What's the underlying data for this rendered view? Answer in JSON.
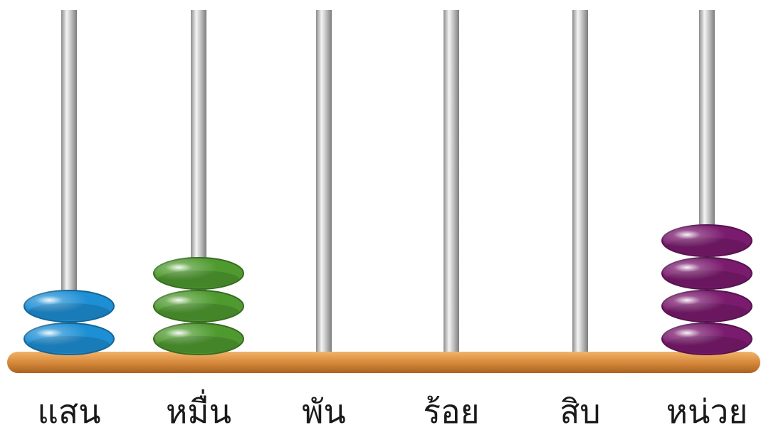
{
  "abacus": {
    "columns": [
      {
        "label": "แสน",
        "beads": 2,
        "color": "#1d8fd4"
      },
      {
        "label": "หมื่น",
        "beads": 3,
        "color": "#4f9a2f"
      },
      {
        "label": "พัน",
        "beads": 0,
        "color": ""
      },
      {
        "label": "ร้อย",
        "beads": 0,
        "color": ""
      },
      {
        "label": "สิบ",
        "beads": 0,
        "color": ""
      },
      {
        "label": "หน่วย",
        "beads": 4,
        "color": "#7a1b6e"
      }
    ],
    "rod_color": "#b9b9b9",
    "base_color": "#d68a3c"
  }
}
